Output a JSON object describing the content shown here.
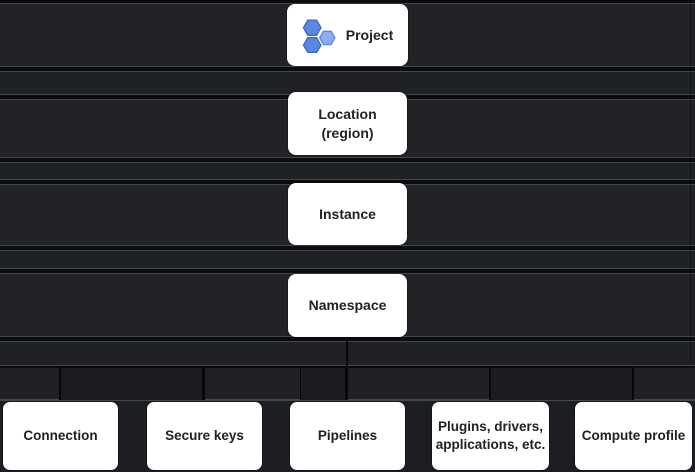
{
  "colors": {
    "canvas-bg": "#0b0c0e",
    "band": "#212327",
    "band-thin": "#1f2125",
    "hairline": "#43474e",
    "connector-fill": "#1a1c20",
    "connector-line": "#07080a",
    "node-bg": "#ffffff",
    "node-text": "#202124",
    "icon-blue": "#5b87e0",
    "icon-blue-dark": "#3c69cf",
    "icon-blue-light": "#8fadf0"
  },
  "hierarchy": {
    "levels": [
      {
        "label": "Project",
        "icon": "hexagons-cluster-icon"
      },
      {
        "label": "Location (region)",
        "label_line1": "Location",
        "label_line2": "(region)"
      },
      {
        "label": "Instance"
      },
      {
        "label": "Namespace"
      }
    ],
    "namespace_children": [
      {
        "label": "Connection"
      },
      {
        "label": "Secure keys"
      },
      {
        "label": "Pipelines"
      },
      {
        "label": "Plugins, drivers, applications, etc.",
        "label_line1": "Plugins, drivers,",
        "label_line2": "applications, etc."
      },
      {
        "label": "Compute profile"
      }
    ]
  }
}
